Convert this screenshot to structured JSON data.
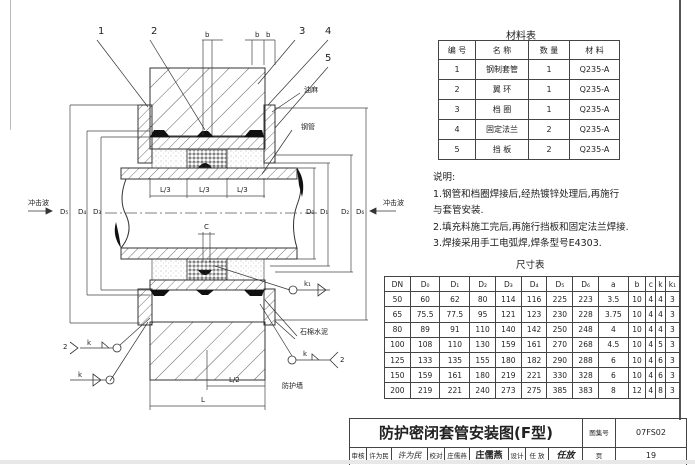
{
  "drawing": {
    "part_callouts": [
      "1",
      "2",
      "3",
      "4",
      "5"
    ],
    "labels": {
      "impact_wave_left": "冲击波",
      "impact_wave_right": "冲击波",
      "oil_hemp": "油麻",
      "steel_pipe": "钢管",
      "asbestos_cement": "石棉水泥",
      "protective_wall": "防护墙"
    },
    "dimensions": {
      "b": "b",
      "c": "C",
      "l_third": "L/3",
      "l_half": "L/2",
      "l": "L",
      "k": "k",
      "k1": "k₁",
      "weld_count": "2",
      "diameters_left": [
        "D₅",
        "D₄",
        "D₃"
      ],
      "diameters_right": [
        "D₀",
        "D₁",
        "D₂",
        "D₆"
      ]
    }
  },
  "materials_table": {
    "title": "材料表",
    "headers": [
      "编 号",
      "名 称",
      "数 量",
      "材 料"
    ],
    "rows": [
      [
        "1",
        "钢制套管",
        "1",
        "Q235-A"
      ],
      [
        "2",
        "翼 环",
        "1",
        "Q235-A"
      ],
      [
        "3",
        "档 圈",
        "1",
        "Q235-A"
      ],
      [
        "4",
        "固定法兰",
        "2",
        "Q235-A"
      ],
      [
        "5",
        "挡 板",
        "2",
        "Q235-A"
      ]
    ]
  },
  "notes": {
    "heading": "说明:",
    "lines": [
      "1.钢管和档圈焊接后,经热镀锌处理后,再施行",
      "与套管安装.",
      "2.填充料施工完后,再施行挡板和固定法兰焊接.",
      "3.焊接采用手工电弧焊,焊条型号E4303."
    ]
  },
  "dimension_table": {
    "title": "尺寸表",
    "headers": [
      "DN",
      "D₀",
      "D₁",
      "D₂",
      "D₃",
      "D₄",
      "D₅",
      "D₆",
      "a",
      "b",
      "c",
      "k",
      "k₁"
    ],
    "rows": [
      [
        "50",
        "60",
        "62",
        "80",
        "114",
        "116",
        "225",
        "223",
        "3.5",
        "10",
        "4",
        "4",
        "3"
      ],
      [
        "65",
        "75.5",
        "77.5",
        "95",
        "121",
        "123",
        "230",
        "228",
        "3.75",
        "10",
        "4",
        "4",
        "3"
      ],
      [
        "80",
        "89",
        "91",
        "110",
        "140",
        "142",
        "250",
        "248",
        "4",
        "10",
        "4",
        "4",
        "3"
      ],
      [
        "100",
        "108",
        "110",
        "130",
        "159",
        "161",
        "270",
        "268",
        "4.5",
        "10",
        "4",
        "5",
        "3"
      ],
      [
        "125",
        "133",
        "135",
        "155",
        "180",
        "182",
        "290",
        "288",
        "6",
        "10",
        "4",
        "6",
        "3"
      ],
      [
        "150",
        "159",
        "161",
        "180",
        "219",
        "221",
        "330",
        "328",
        "6",
        "10",
        "4",
        "6",
        "3"
      ],
      [
        "200",
        "219",
        "221",
        "240",
        "273",
        "275",
        "385",
        "383",
        "8",
        "12",
        "4",
        "8",
        "3"
      ]
    ]
  },
  "title_block": {
    "title": "防护密闭套管安装图(F型)",
    "atlas_label": "图集号",
    "atlas_number": "07FS02",
    "page_label": "页",
    "page_number": "19",
    "signoffs": [
      {
        "role": "审核",
        "name": "许为民",
        "signature": "许为民"
      },
      {
        "role": "校对",
        "name": "庄儒燕",
        "signature": "庄儒燕"
      },
      {
        "role": "设计",
        "name": "任 放",
        "signature": "任放"
      }
    ]
  }
}
